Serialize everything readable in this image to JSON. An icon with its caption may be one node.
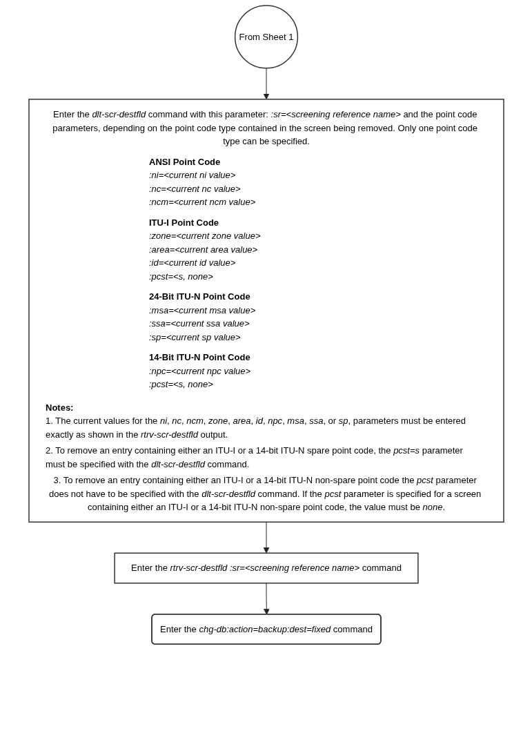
{
  "diagram": {
    "nodes": [
      {
        "text": [
          "From Sheet 1"
        ]
      },
      {
        "text": [
          "Enter the *dlt-scr-destfld* command with this parameter: *:sr=<screening reference name>* and the point code parameters, depending on the point code type contained in the screen being removed. Only one point code type can be specified.",
          "ANSI Point Code",
          ":ni=<current ni value> :nc=<current nc value> :ncm=<current ncm value>",
          "ITU-I Point Code",
          ":zone=<current zone value> :area=<current area value> :id=<current id value> :pcst=<s, none>",
          "24-Bit ITU-N Point Code",
          ":msa=<current msa value> :ssa=<current ssa value> :sp=<current sp value>",
          "14-Bit ITU-N Point Code",
          ":npc=<current npc value> :pcst=<s, none>",
          "Notes:",
          "1. The current values for the *ni*, *nc*, *ncm*, *zone*, *area*, *id*, *npc*, *msa*, *ssa*, or *sp*, parameters must be entered exactly as shown in the *rtrv-scr-destfld* output.",
          "2. To remove an entry containing either an ITU-I or a 14-bit ITU-N spare point code, the *pcst=s* parameter must be specified with the *dlt-scr-destfld* command.",
          "3. To remove an entry containing either an ITU-I or a 14-bit ITU-N non-spare point code the *pcst* parameter does not have to be specified with the *dlt-scr-destfld* command. If the *pcst* parameter is specified for a screen containing either an ITU-I or a 14-bit ITU-N non-spare point code, the value must be *none*."
        ]
      },
      {
        "text": [
          "Enter the *rtrv-scr-destfld :sr=<screening reference name>* command"
        ]
      },
      {
        "text": [
          "Enter the *chg-db:action=backup:dest=fixed* command"
        ]
      }
    ],
    "edges": [
      {
        "from": 0,
        "to": 1,
        "arrow": "to"
      },
      {
        "from": 1,
        "to": 2,
        "arrow": "to"
      },
      {
        "from": 2,
        "to": 3,
        "arrow": "to"
      }
    ]
  }
}
